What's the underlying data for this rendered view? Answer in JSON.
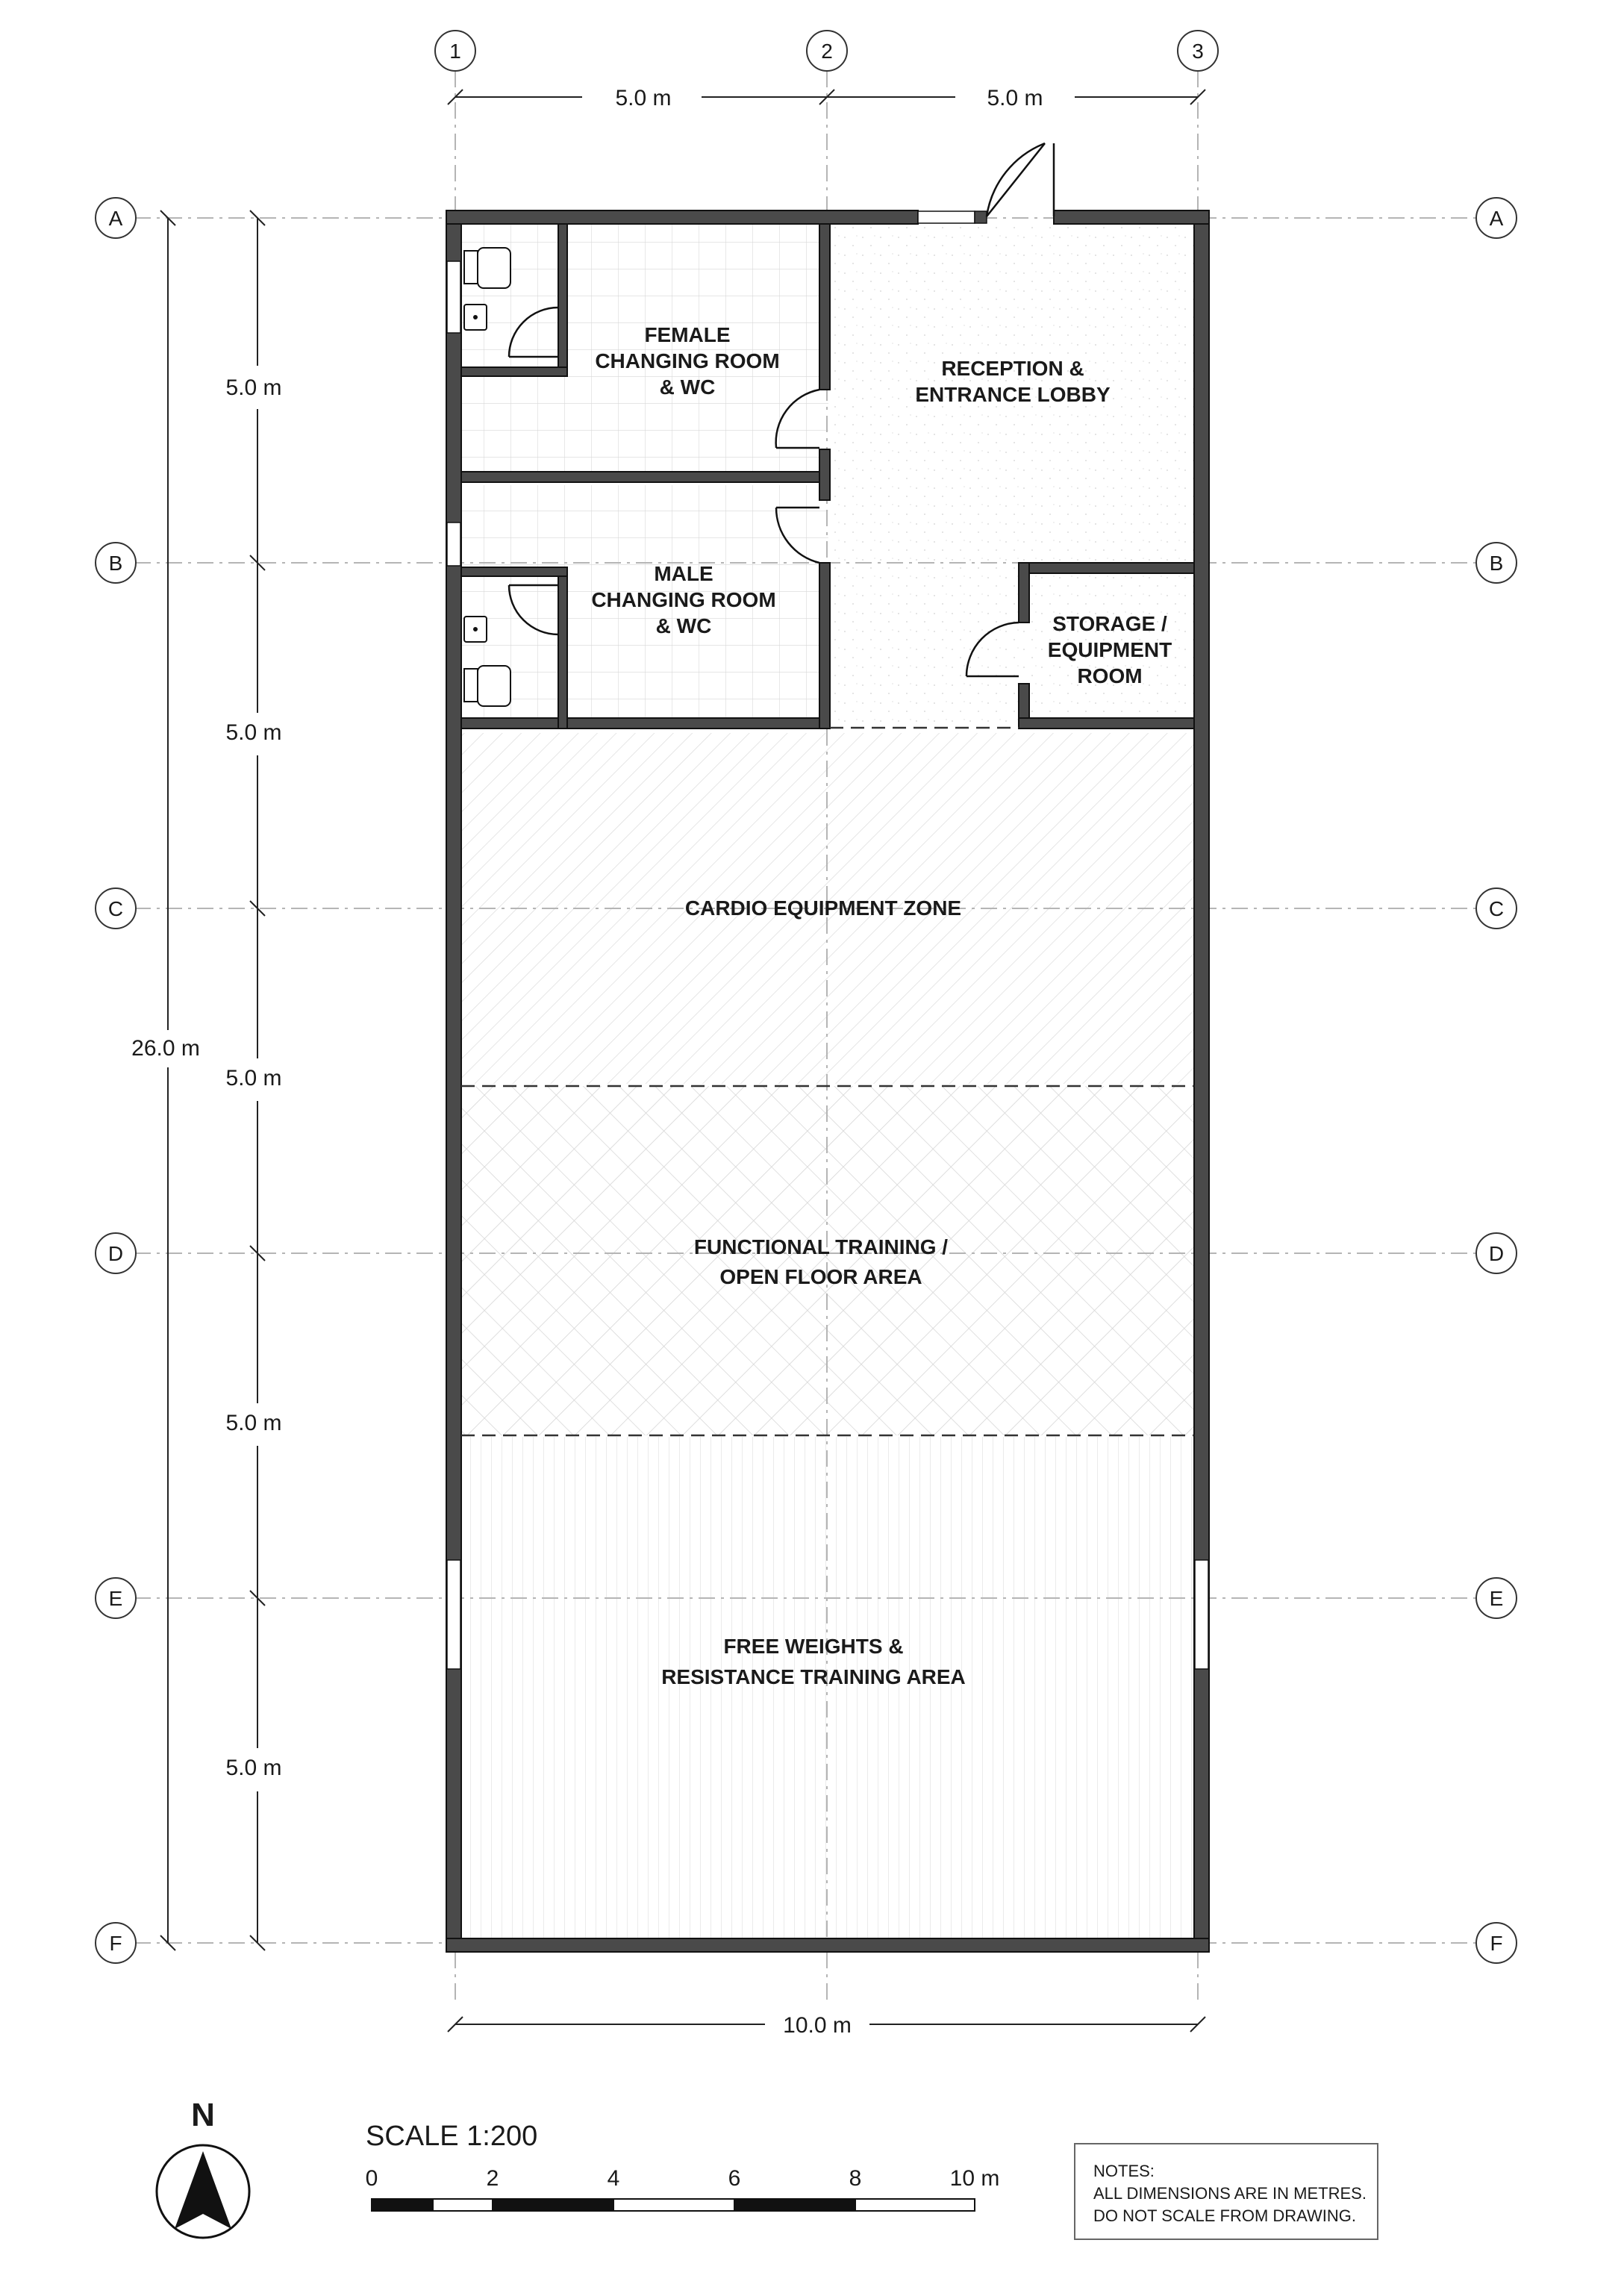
{
  "grid": {
    "columns": [
      "1",
      "2",
      "3"
    ],
    "rows": [
      "A",
      "B",
      "C",
      "D",
      "E",
      "F"
    ]
  },
  "dimensions": {
    "top_bay_1": "5.0 m",
    "top_bay_2": "5.0 m",
    "bottom_total": "10.0 m",
    "left_rows": [
      "5.0 m",
      "5.0 m",
      "5.0 m",
      "5.0 m",
      "5.0 m"
    ],
    "left_total": "26.0 m"
  },
  "rooms": {
    "female": [
      "FEMALE",
      "CHANGING ROOM",
      "& WC"
    ],
    "reception": [
      "RECEPTION &",
      "ENTRANCE LOBBY"
    ],
    "male": [
      "MALE",
      "CHANGING ROOM",
      "& WC"
    ],
    "storage": [
      "STORAGE /",
      "EQUIPMENT",
      "ROOM"
    ],
    "cardio": [
      "CARDIO EQUIPMENT ZONE"
    ],
    "functional": [
      "FUNCTIONAL TRAINING /",
      "OPEN FLOOR AREA"
    ],
    "weights": [
      "FREE WEIGHTS &",
      "RESISTANCE TRAINING AREA"
    ]
  },
  "north_arrow": {
    "label": "N",
    "icon": "north-arrow-icon"
  },
  "scale": {
    "title": "SCALE  1:200",
    "ticks": [
      "0",
      "2",
      "4",
      "6",
      "8",
      "10 m"
    ]
  },
  "notes": {
    "heading": "NOTES:",
    "lines": [
      "ALL DIMENSIONS ARE IN METRES.",
      "DO NOT SCALE FROM DRAWING."
    ]
  }
}
